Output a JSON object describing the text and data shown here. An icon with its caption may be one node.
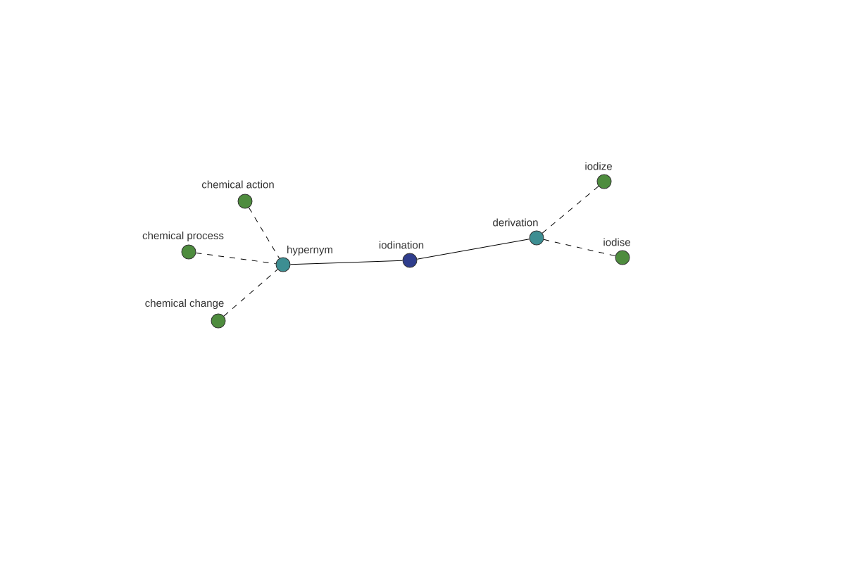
{
  "diagram": {
    "nodes": [
      {
        "text": [
          "chemical action"
        ]
      },
      {
        "text": [
          "chemical process"
        ]
      },
      {
        "text": [
          "hypernym"
        ]
      },
      {
        "text": [
          "chemical change"
        ]
      },
      {
        "text": [
          "iodination"
        ]
      },
      {
        "text": [
          "derivation"
        ]
      },
      {
        "text": [
          "iodize"
        ]
      },
      {
        "text": [
          "iodise"
        ]
      }
    ],
    "edges": [
      {
        "from": 0,
        "to": 2,
        "arrow": "none",
        "style": "dashed"
      },
      {
        "from": 1,
        "to": 2,
        "arrow": "none",
        "style": "dashed"
      },
      {
        "from": 3,
        "to": 2,
        "arrow": "none",
        "style": "dashed"
      },
      {
        "from": 2,
        "to": 4,
        "arrow": "none"
      },
      {
        "from": 4,
        "to": 5,
        "arrow": "none"
      },
      {
        "from": 5,
        "to": 6,
        "arrow": "none",
        "style": "dashed"
      },
      {
        "from": 5,
        "to": 7,
        "arrow": "none",
        "style": "dashed"
      }
    ]
  }
}
